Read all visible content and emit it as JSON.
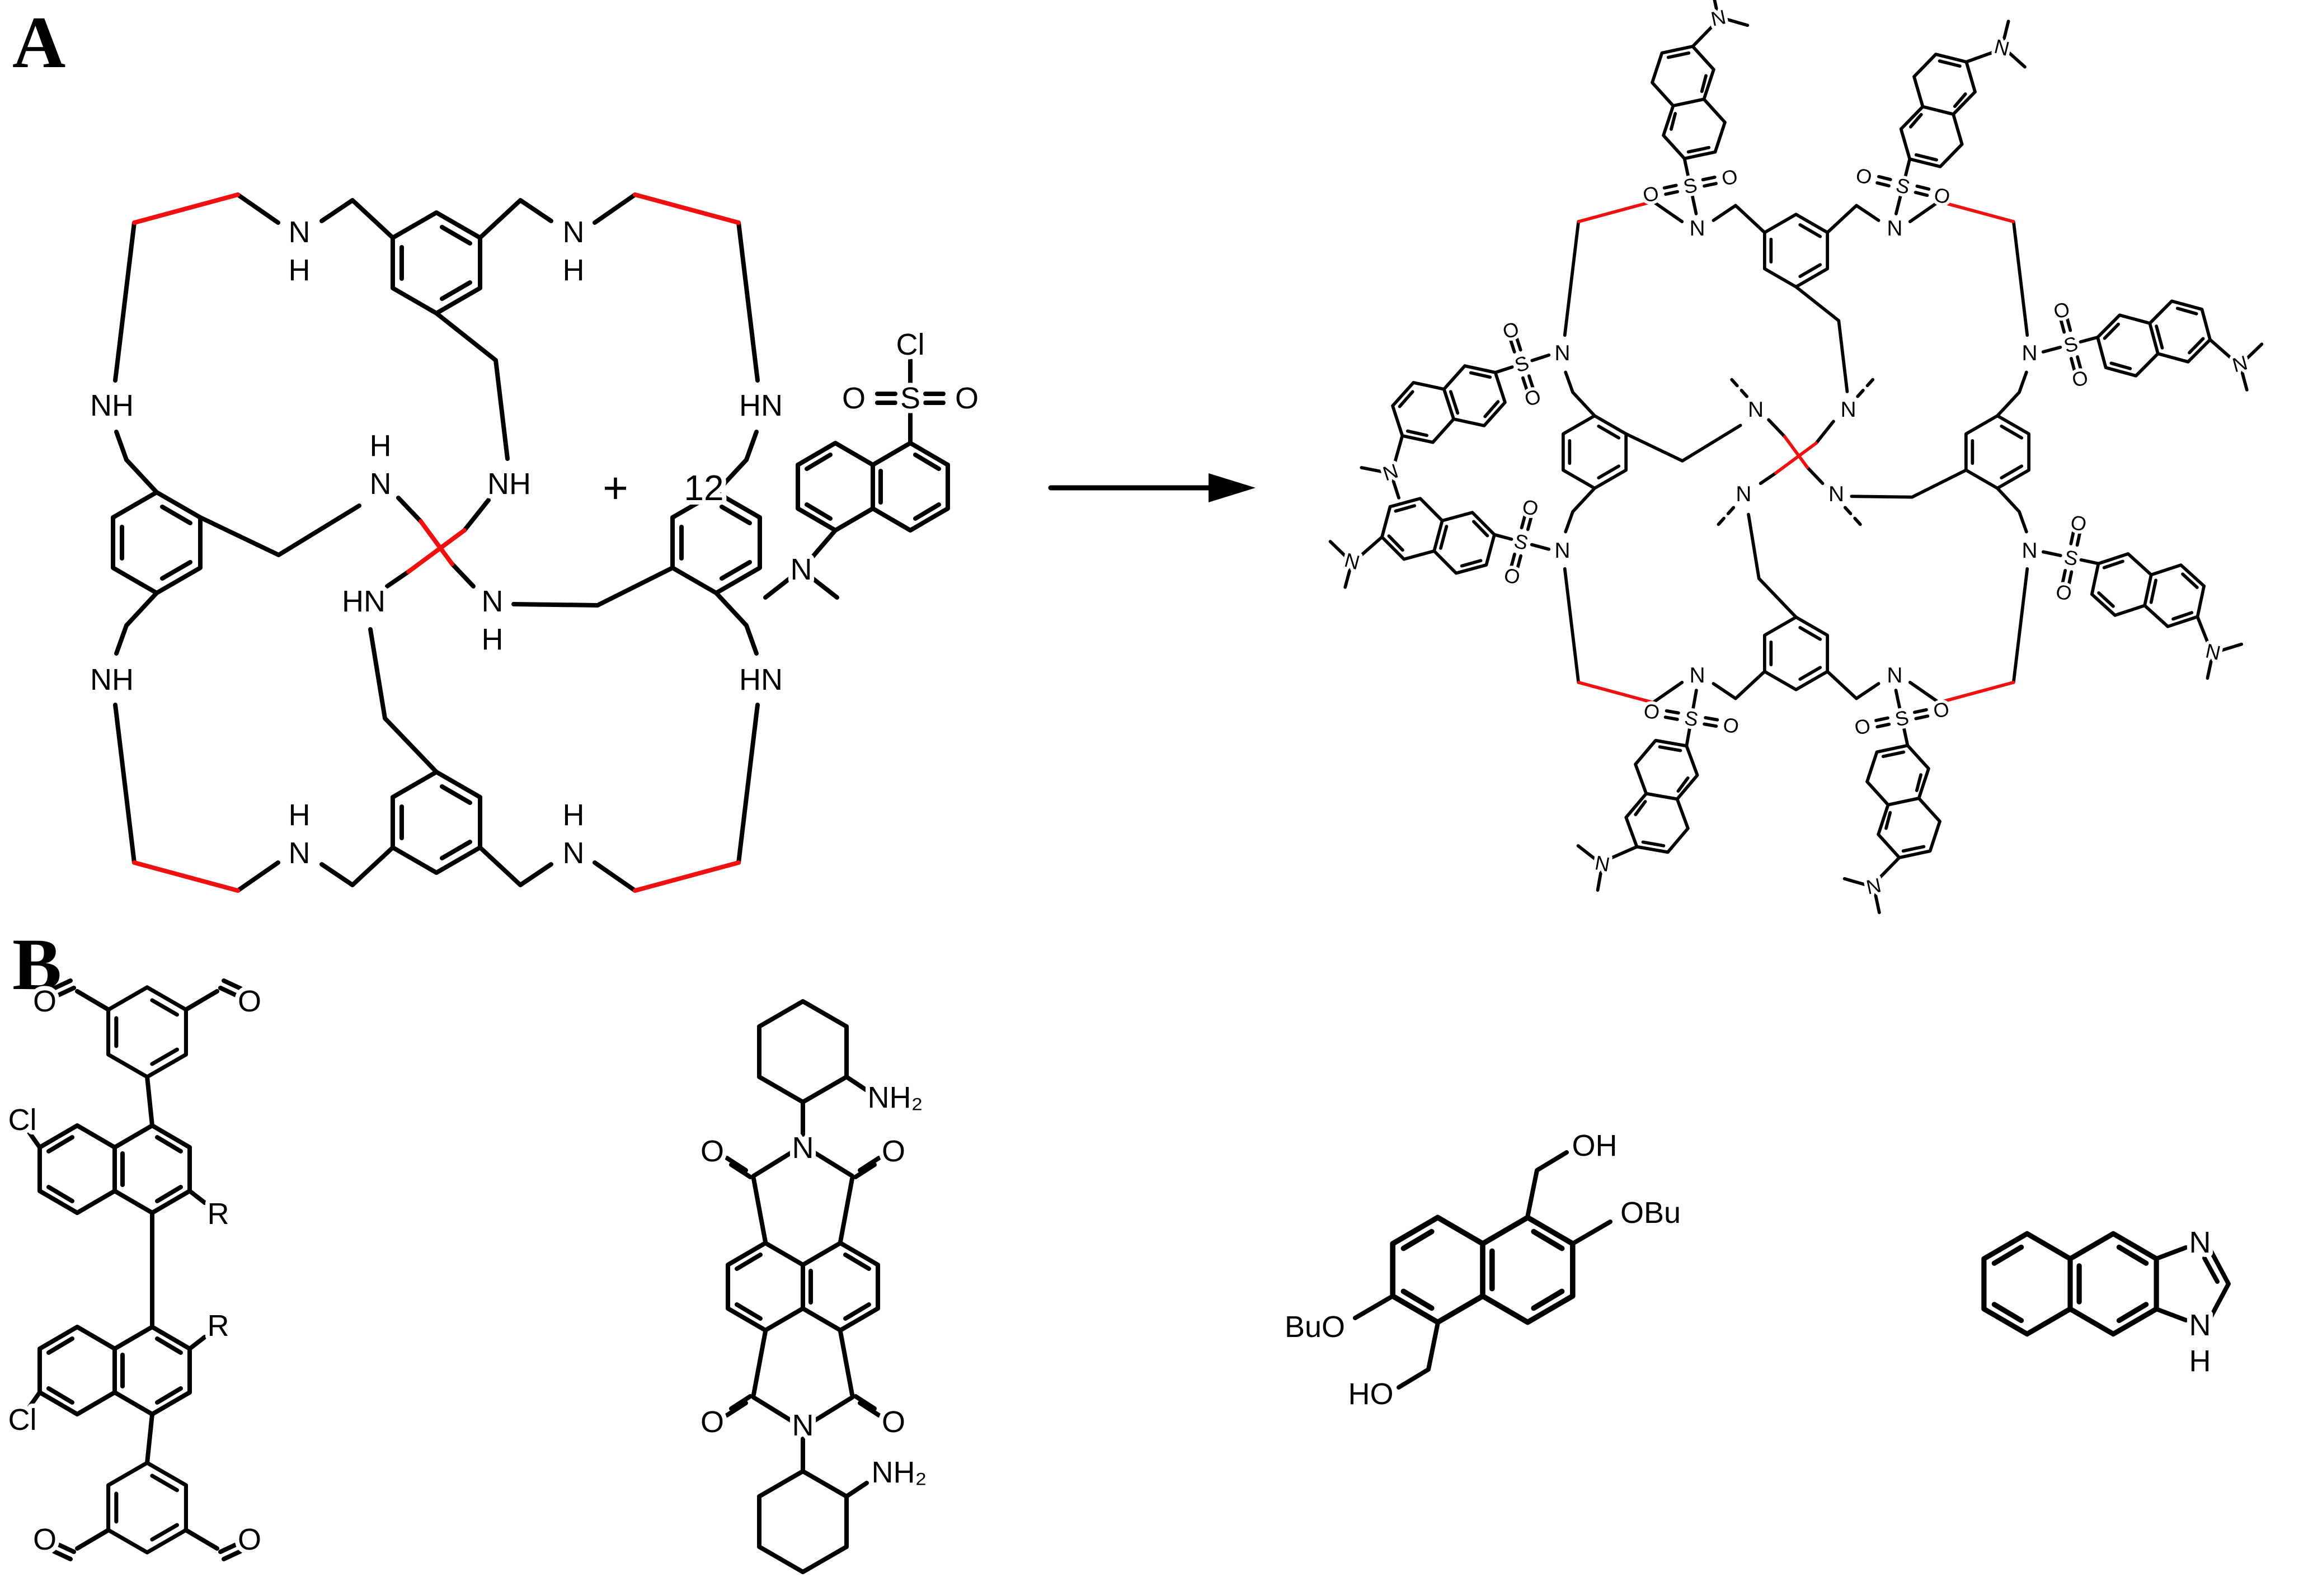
{
  "figure": {
    "background": "#ffffff",
    "colors": {
      "bond": "#000000",
      "highlight": "#f01010"
    },
    "panel_a": {
      "label": "A",
      "plus": "+",
      "equivalents": "12",
      "reaction": "macrocyclic polyamine + 12 dansyl chloride -> dodecadansyl macrocycle"
    },
    "panel_b": {
      "label": "B"
    },
    "atoms": {
      "n": "N",
      "h": "H",
      "nh": "NH",
      "hn": "HN",
      "s": "S",
      "o": "O",
      "cl": "Cl",
      "r": "R",
      "nh2": "NH₂",
      "oh": "OH",
      "ho": "HO",
      "obu": "OBu",
      "buo": "BuO"
    }
  }
}
